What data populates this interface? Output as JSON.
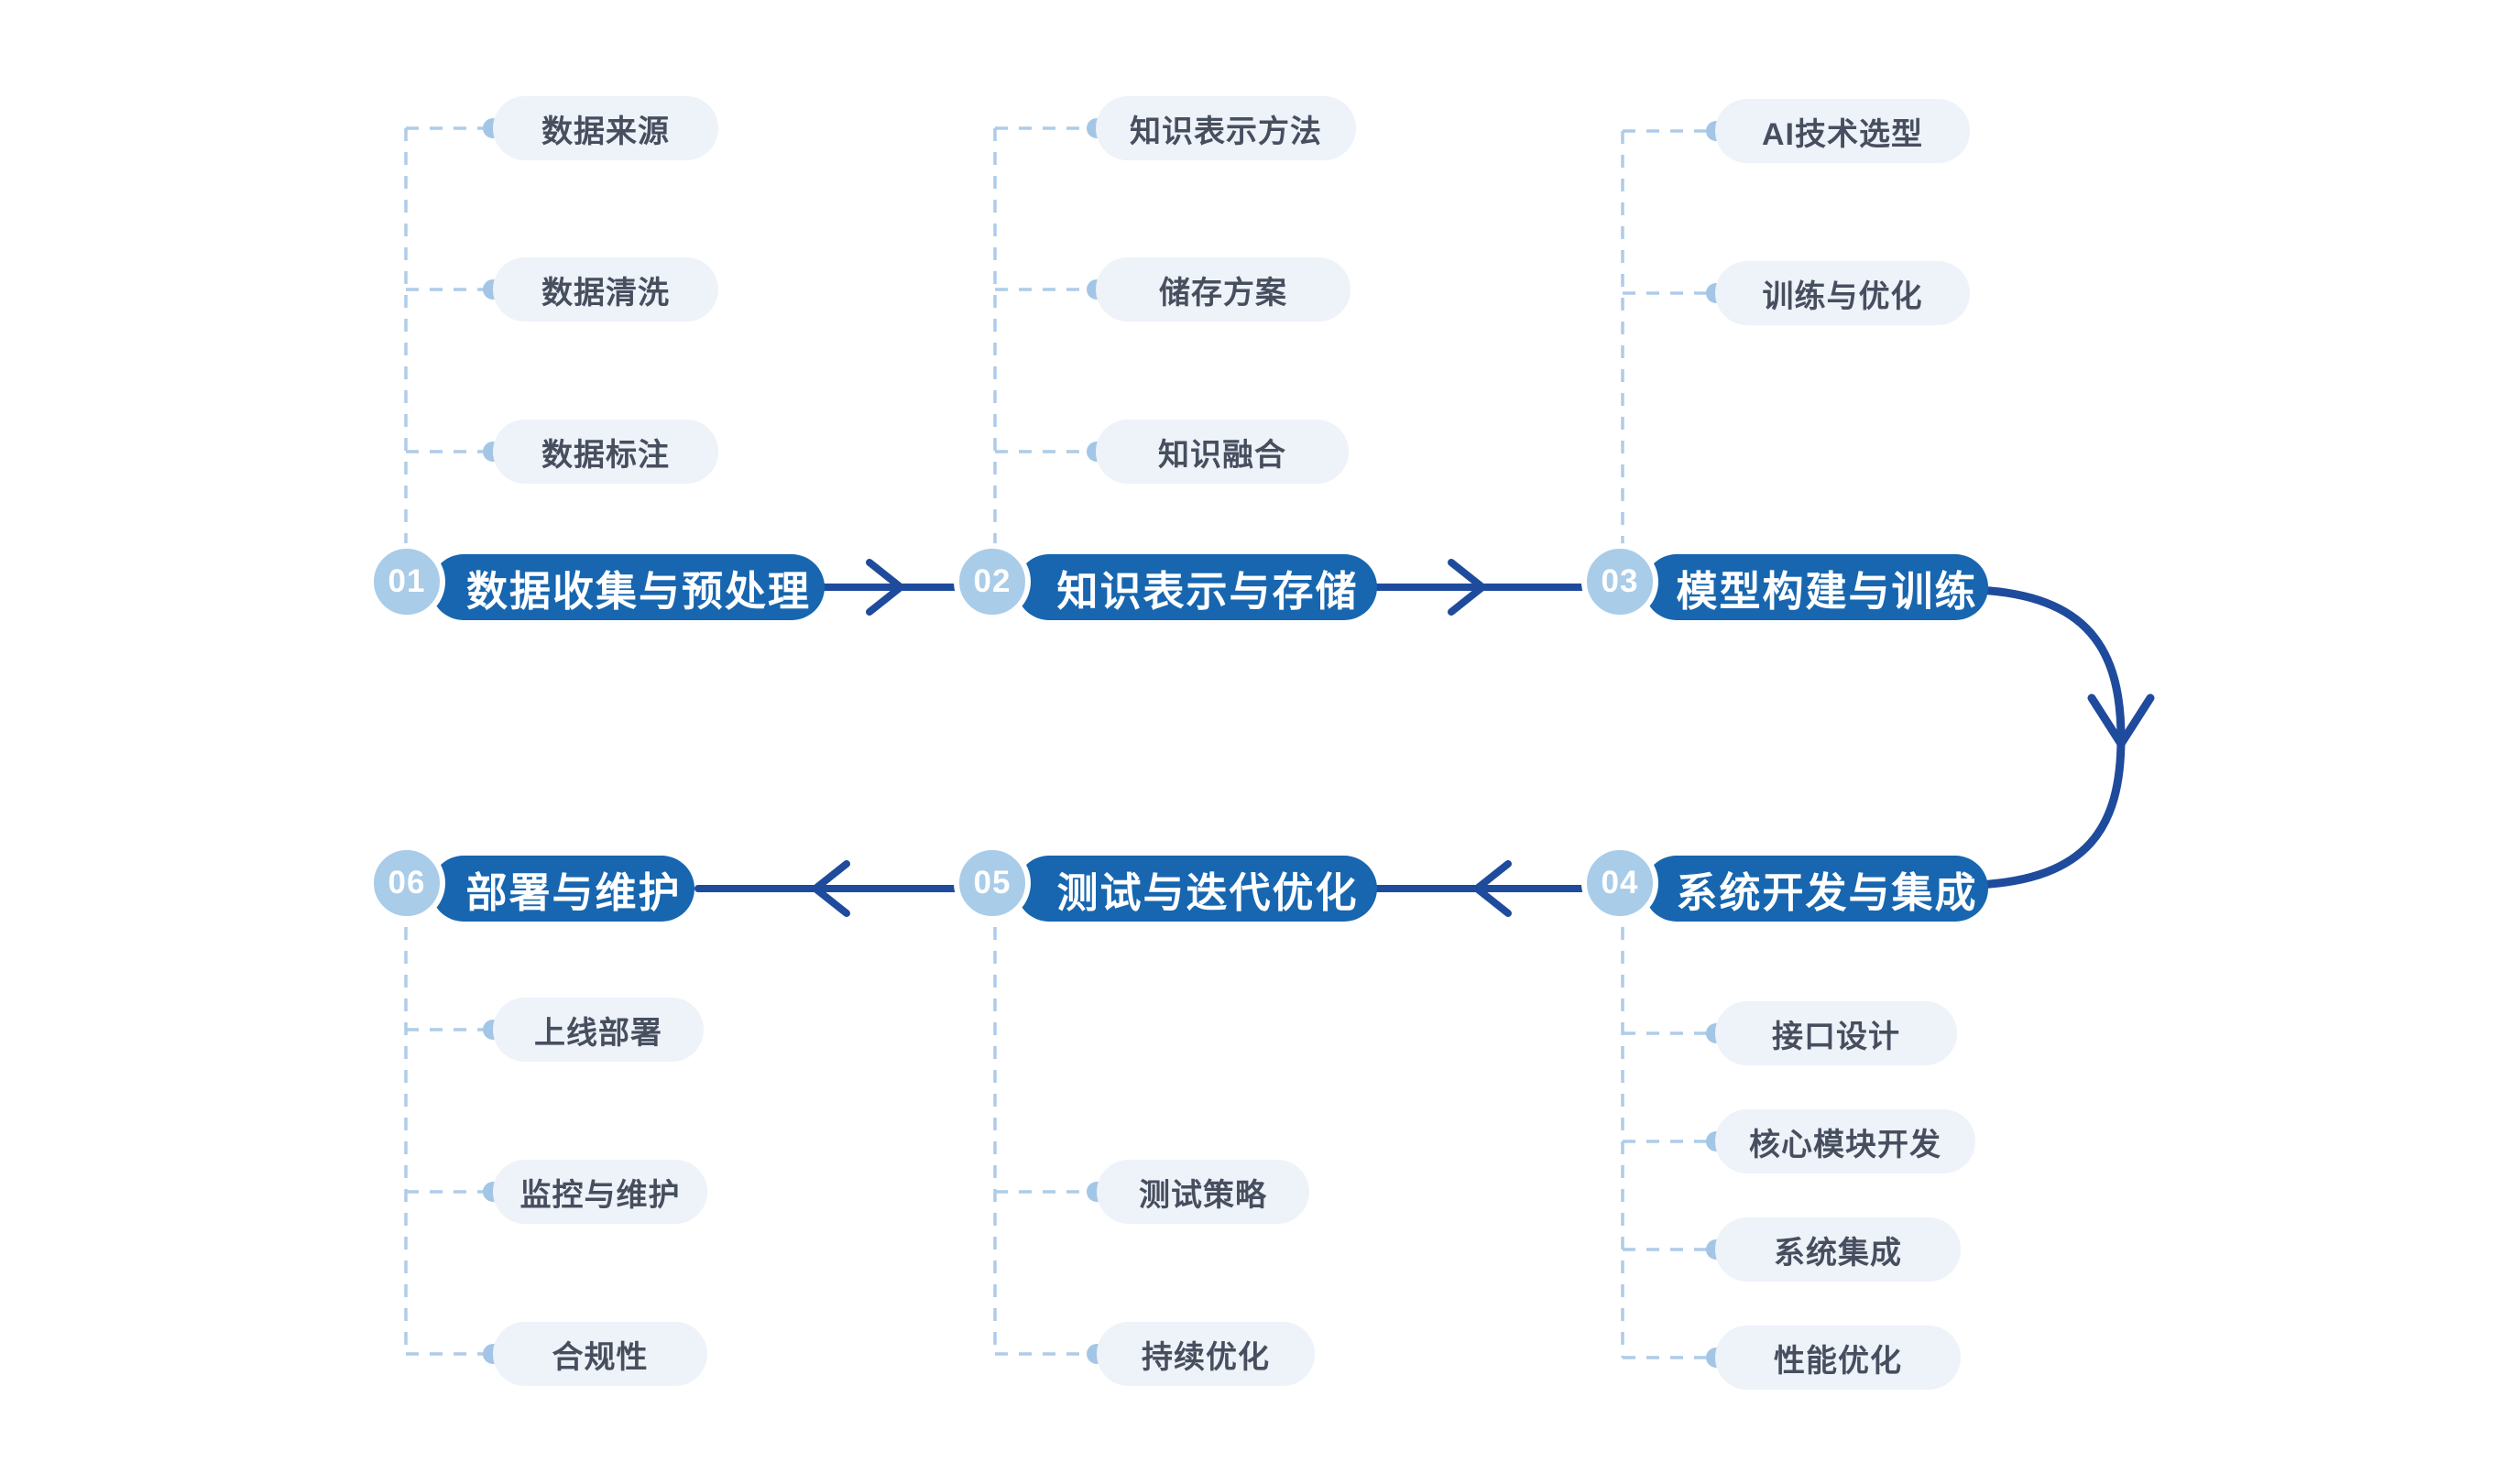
{
  "diagram": {
    "type": "process-flowchart",
    "direction": "01→02→03→04→05→06",
    "colors": {
      "background": "#ffffff",
      "stage_fill": "#1766af",
      "stage_text": "#ffffff",
      "badge_fill": "#a9cce9",
      "badge_ring": "#ffffff",
      "arrow": "#1f4b9d",
      "subitem_fill": "#eef2f9",
      "subitem_text": "#474f5f",
      "dashed_line": "#aecce9",
      "dot": "#a3c6e6"
    },
    "stages": [
      {
        "number": "01",
        "label": "数据收集与预处理",
        "subitems": [
          "数据来源",
          "数据清洗",
          "数据标注"
        ]
      },
      {
        "number": "02",
        "label": "知识表示与存储",
        "subitems": [
          "知识表示方法",
          "储存方案",
          "知识融合"
        ]
      },
      {
        "number": "03",
        "label": "模型构建与训练",
        "subitems": [
          "AI技术选型",
          "训练与优化"
        ]
      },
      {
        "number": "04",
        "label": "系统开发与集成",
        "subitems": [
          "接口设计",
          "核心模块开发",
          "系统集成",
          "性能优化"
        ]
      },
      {
        "number": "05",
        "label": "测试与迭代优化",
        "subitems": [
          "测试策略",
          "持续优化"
        ]
      },
      {
        "number": "06",
        "label": "部署与维护",
        "subitems": [
          "上线部署",
          "监控与维护",
          "合规性"
        ]
      }
    ]
  }
}
